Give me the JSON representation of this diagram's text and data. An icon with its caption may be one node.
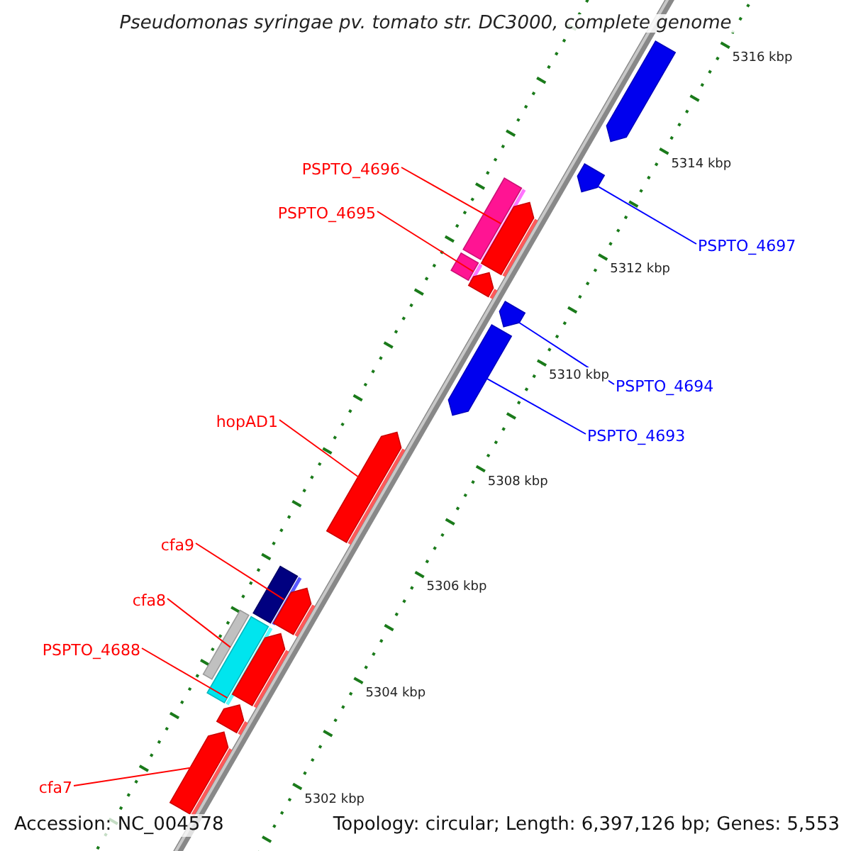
{
  "diagram": {
    "title": "Pseudomonas syringae pv. tomato str. DC3000, complete genome",
    "nodes": [
      {
        "text": [
          "PSPTO_4696"
        ]
      },
      {
        "text": [
          "PSPTO_4695"
        ]
      },
      {
        "text": [
          "PSPTO_4697"
        ]
      },
      {
        "text": [
          "PSPTO_4694"
        ]
      },
      {
        "text": [
          "PSPTO_4693"
        ]
      },
      {
        "text": [
          "hopAD1"
        ]
      },
      {
        "text": [
          "cfa9"
        ]
      },
      {
        "text": [
          "cfa8"
        ]
      },
      {
        "text": [
          "PSPTO_4688"
        ]
      },
      {
        "text": [
          "cfa7"
        ]
      },
      {
        "text": [],
        "shape": "pentagon"
      },
      {
        "text": [],
        "shape": "pentagon"
      },
      {
        "text": [],
        "shape": "box"
      },
      {
        "text": [],
        "shape": "pentagon"
      },
      {
        "text": [],
        "shape": "box"
      },
      {
        "text": [],
        "shape": "pentagon"
      },
      {
        "text": [],
        "shape": "pentagon"
      },
      {
        "text": [],
        "shape": "pentagon"
      },
      {
        "text": [],
        "shape": "pentagon"
      },
      {
        "text": [],
        "shape": "box"
      },
      {
        "text": [],
        "shape": "pentagon"
      },
      {
        "text": [],
        "shape": "box"
      },
      {
        "text": [],
        "shape": "box"
      },
      {
        "text": [],
        "shape": "pentagon"
      },
      {
        "text": [],
        "shape": "pentagon"
      },
      {
        "text": [],
        "shape": "pentagon"
      }
    ],
    "edges": [
      {
        "from": 0,
        "to": 12,
        "arrow": "none"
      },
      {
        "from": 1,
        "to": 14,
        "arrow": "none"
      },
      {
        "from": 2,
        "to": 11,
        "arrow": "none",
        "color": "#0000ff"
      },
      {
        "from": 3,
        "to": 16,
        "arrow": "none",
        "color": "#0000ff"
      },
      {
        "from": 4,
        "to": 17,
        "arrow": "none",
        "color": "#0000ff"
      },
      {
        "from": 5,
        "to": 18,
        "arrow": "none"
      },
      {
        "from": 6,
        "to": 19,
        "arrow": "none"
      },
      {
        "from": 7,
        "to": 21,
        "arrow": "none"
      },
      {
        "from": 8,
        "to": 22,
        "arrow": "none"
      },
      {
        "from": 9,
        "to": 25,
        "arrow": "none"
      }
    ],
    "labels": [
      "5316 kbp",
      "5314 kbp",
      "5312 kbp",
      "5310 kbp",
      "5308 kbp",
      "5306 kbp",
      "5304 kbp",
      "5302 kbp",
      "Accession: NC_004578",
      "Topology: circular; Length: 6,397,126 bp; Genes: 5,553"
    ]
  }
}
